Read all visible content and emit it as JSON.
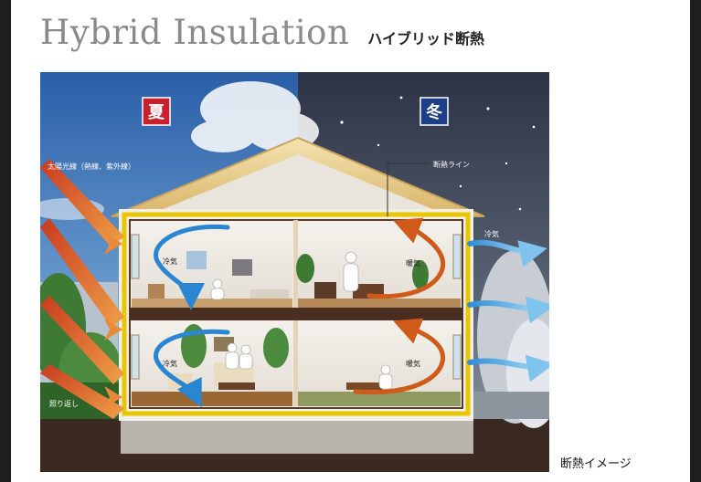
{
  "header": {
    "title": "Hybrid Insulation",
    "subtitle": "ハイブリッド断熱"
  },
  "seasons": {
    "summer": "夏",
    "winter": "冬"
  },
  "labels": {
    "sunlight": "太陽光線（熱線、紫外線）",
    "insulation_line": "断熱ライン",
    "cold_air_outside": "冷気",
    "reflection": "照り返し",
    "cold_air_upper": "冷気",
    "cold_air_lower": "冷気",
    "warm_air_upper": "暖気",
    "warm_air_lower": "暖気"
  },
  "caption": "断熱イメージ",
  "colors": {
    "summer_badge": "#c8202c",
    "winter_badge": "#1d3f86",
    "insulation_line": "#e8c600",
    "cool_arrow": "#2a86d0",
    "warm_arrow": "#d05a1a"
  }
}
